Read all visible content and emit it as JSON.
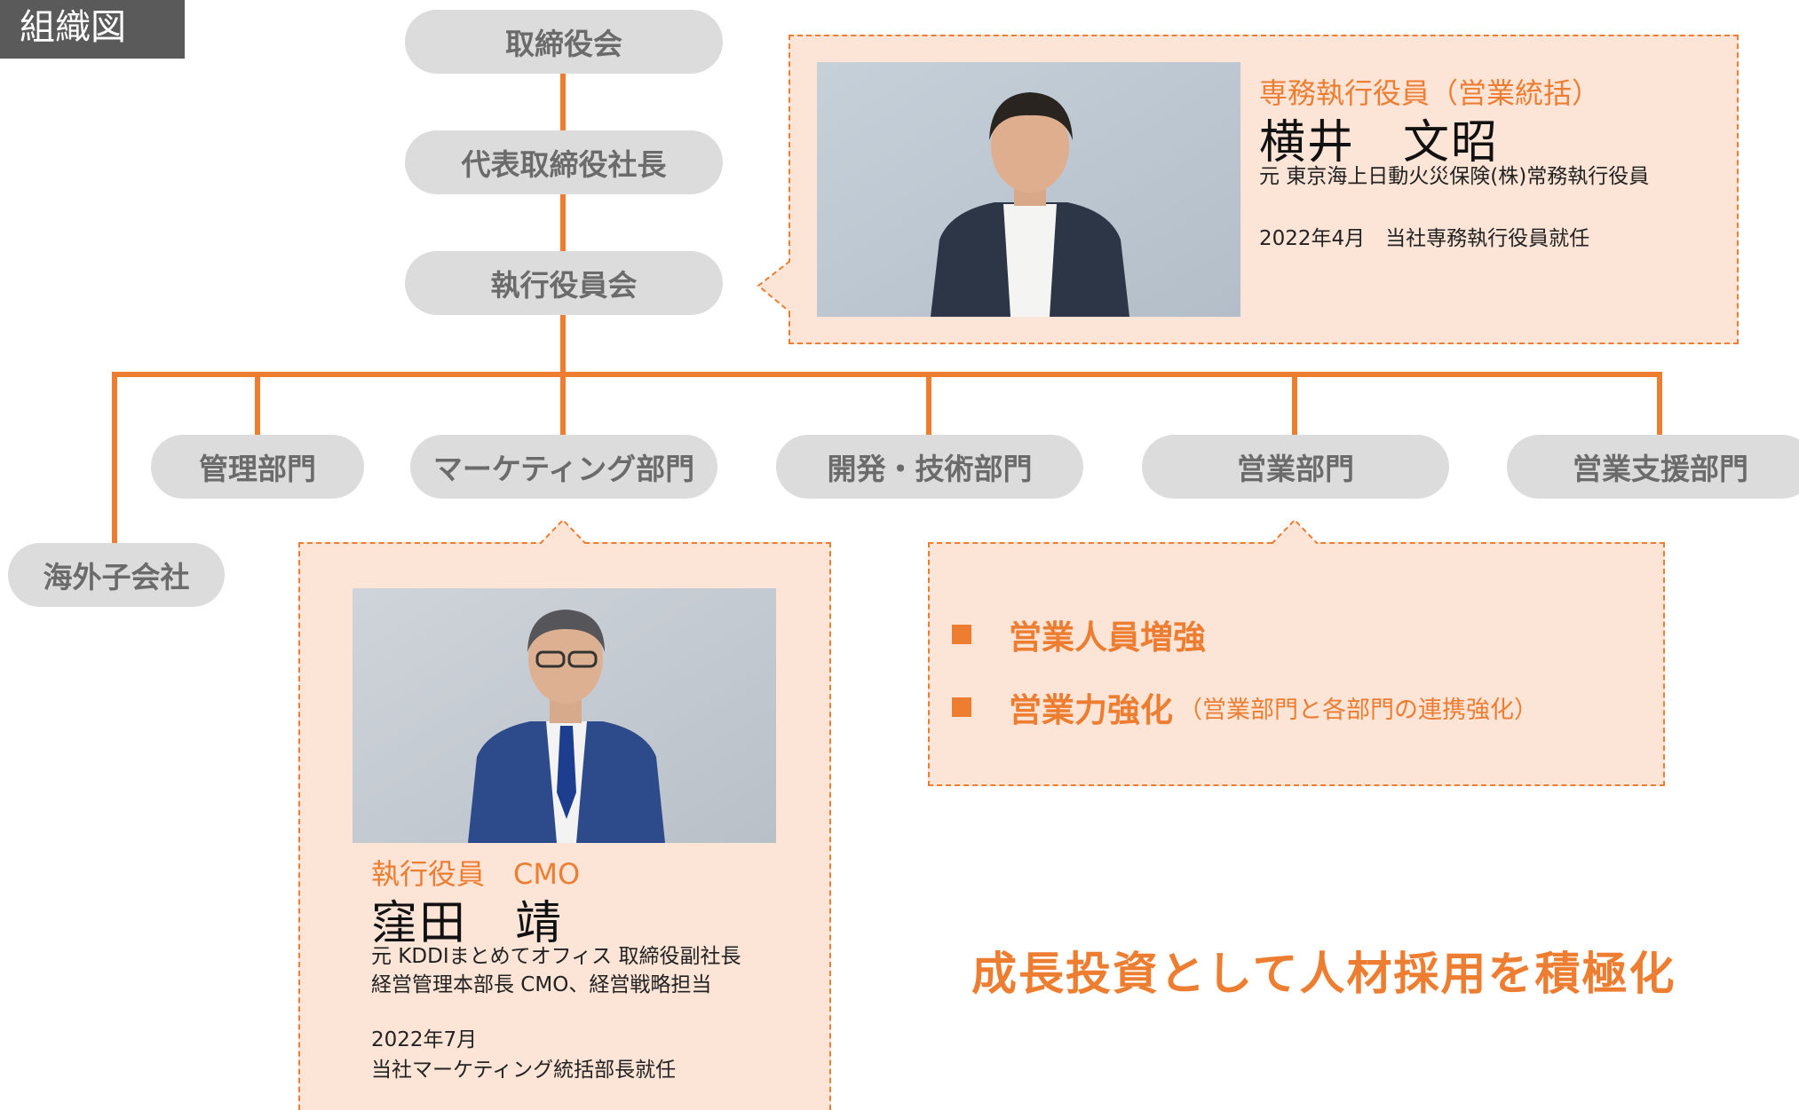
{
  "tag": "組織図",
  "nodes": {
    "board": "取締役会",
    "president": "代表取締役社長",
    "exec_committee": "執行役員会",
    "management": "管理部門",
    "marketing": "マーケティング部門",
    "development": "開発・技術部門",
    "sales": "営業部門",
    "sales_support": "営業支援部門",
    "overseas": "海外子会社"
  },
  "exec1": {
    "title": "専務執行役員（営業統括）",
    "name": "横井　文昭",
    "career": "元 東京海上日動火災保険(株)常務執行役員",
    "appointed": "2022年4月　当社専務執行役員就任"
  },
  "exec2": {
    "title": "執行役員　CMO",
    "name": "窪田　靖",
    "career_line1": "元 KDDIまとめてオフィス 取締役副社長",
    "career_line2": "経営管理本部長 CMO、経営戦略担当",
    "appointed_line1": "2022年7月",
    "appointed_line2": "当社マーケティング統括部長就任"
  },
  "sales_box": {
    "bullet1": "営業人員増強",
    "bullet2_main": "営業力強化",
    "bullet2_sub": "（営業部門と各部門の連携強化）"
  },
  "slogan": "成長投資として人材採用を積極化",
  "colors": {
    "accent": "#ED7D31",
    "node_bg": "#DCDCDC",
    "callout_bg": "#FCE4D6",
    "tag_bg": "#5A5A5A"
  }
}
